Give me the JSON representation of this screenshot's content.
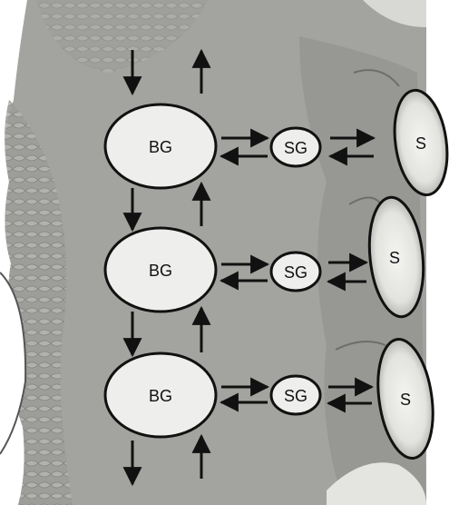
{
  "diagram": {
    "big_nodes": [
      {
        "label": "BG"
      },
      {
        "label": "BG"
      },
      {
        "label": "BG"
      }
    ],
    "small_nodes": [
      {
        "label": "SG"
      },
      {
        "label": "SG"
      },
      {
        "label": "SG"
      }
    ],
    "end_nodes": [
      {
        "label": "S"
      },
      {
        "label": "S"
      },
      {
        "label": "S"
      }
    ],
    "colors": {
      "node_fill": "#eeeeec",
      "node_stroke": "#111111",
      "arrow": "#111111",
      "tissue_base": "#a7a7a3",
      "tissue_dark": "#7c7c78",
      "tissue_light": "#c9c9c6"
    }
  }
}
